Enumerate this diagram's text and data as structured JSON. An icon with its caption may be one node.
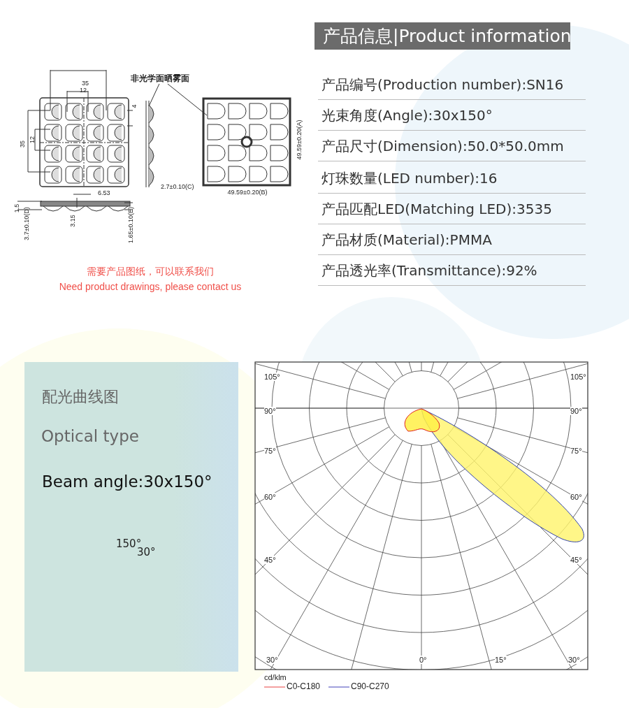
{
  "diagram": {
    "title": "产品信息|Product information",
    "nodes": [
      {
        "text": [
          "非光学面晒雾面"
        ]
      },
      {
        "text": [],
        "shape": "picture"
      },
      {
        "text": [],
        "shape": "picture"
      }
    ],
    "edges": [
      {
        "from": 0,
        "to": 1,
        "arrow": "none"
      },
      {
        "from": 0,
        "to": 2,
        "arrow": "none"
      }
    ],
    "labels": [
      "35",
      "12",
      "35",
      "12",
      "4",
      "6.53",
      "2.7±0.10(C)",
      "49.59±0.20(A)",
      "49.59±0.20(B)",
      "1.5",
      "3.7±0.10(D)",
      "3.15",
      "1.65±0.10(E)",
      "需要产品图纸，可以联系我们",
      "Need product drawings, please contact us",
      "产品编号(Production number):SN16",
      "光束角度(Angle):30x150°",
      "产品尺寸(Dimension):50.0*50.0mm",
      "灯珠数量(LED number):16",
      "产品匹配LED(Matching LED):3535",
      "产品材质(Material):PMMA",
      "产品透光率(Transmittance):92%",
      "配光曲线图",
      "Optical type",
      "Beam angle:30x150°",
      "150°",
      "30°",
      "105°",
      "105°",
      "90°",
      "90°",
      "75°",
      "75°",
      "60°",
      "60°",
      "45°",
      "45°",
      "30°",
      "0°",
      "15°",
      "30°",
      "cd/klm"
    ],
    "legend": [
      {
        "text": "C0-C180"
      },
      {
        "text": "C90-C270"
      }
    ]
  }
}
